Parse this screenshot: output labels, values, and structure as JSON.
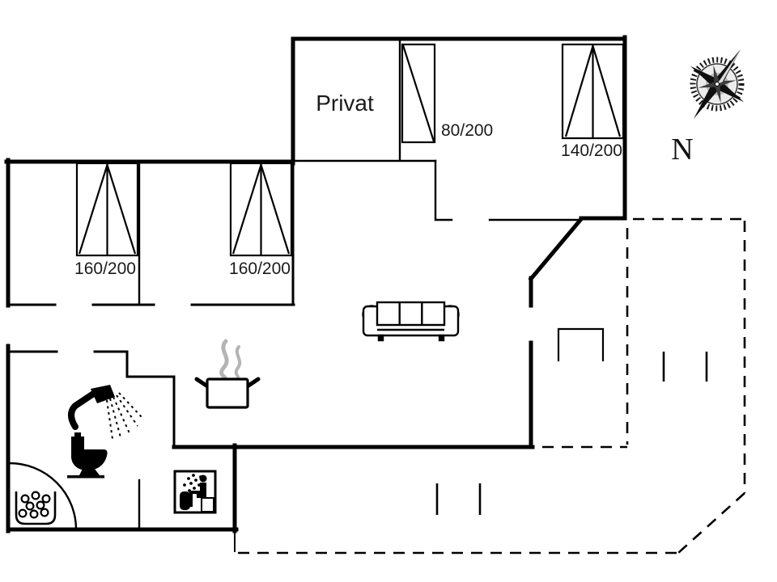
{
  "document": {
    "type": "floor-plan",
    "background": "#ffffff"
  },
  "rooms": {
    "private_label": "Privat"
  },
  "beds": {
    "single_label": "80/200",
    "double_right_label": "140/200",
    "double_left1_label": "160/200",
    "double_left2_label": "160/200"
  },
  "compass": {
    "north_label": "N"
  },
  "icons": {
    "furniture": [
      "sofa-icon",
      "terrace-table-icon"
    ],
    "kitchen": [
      "cooking-pot-icon",
      "steam-icon"
    ],
    "bathroom": [
      "shower-icon",
      "toilet-icon",
      "whirlpool-icon",
      "sauna-icon"
    ],
    "navigation": [
      "compass-rose-icon"
    ]
  },
  "colors": {
    "wall": "#000000",
    "text": "#1b1b1b",
    "steam": "#b4b4b4",
    "background": "#ffffff"
  }
}
